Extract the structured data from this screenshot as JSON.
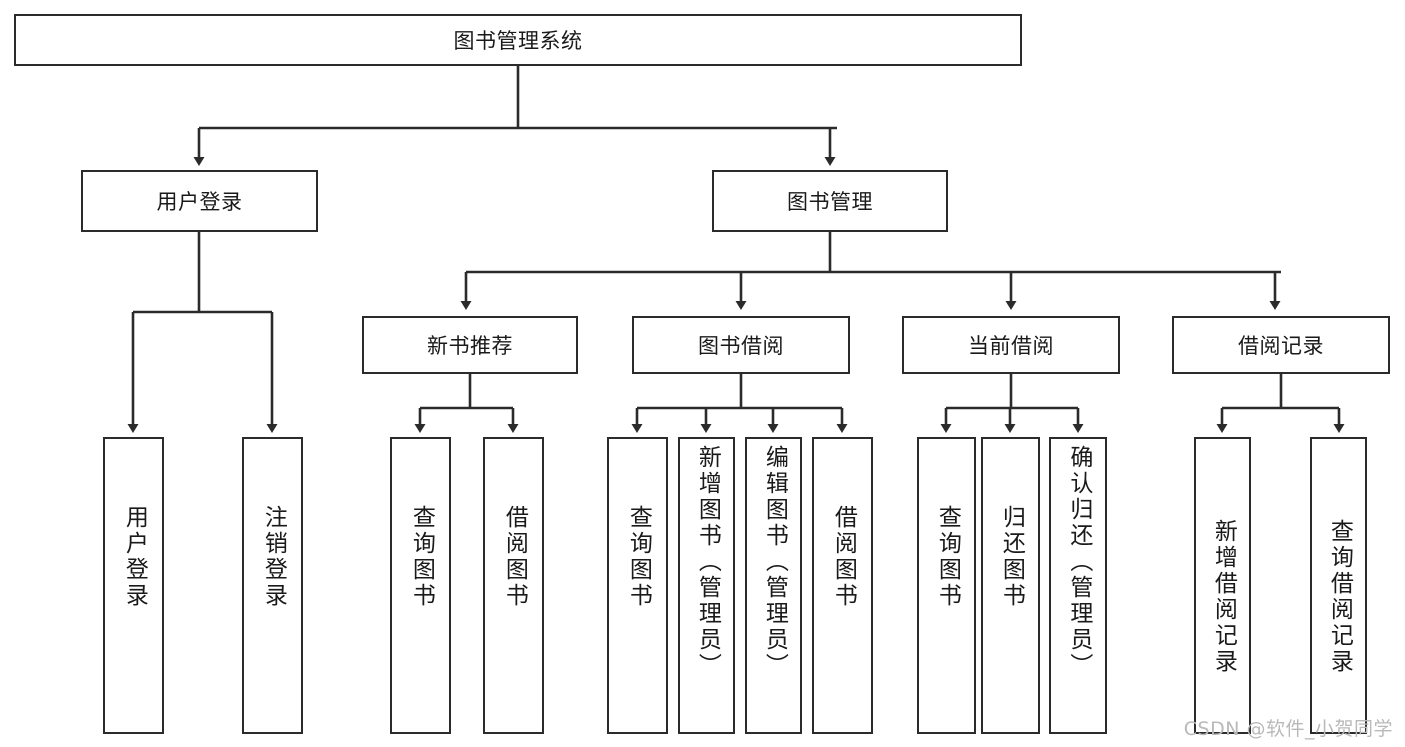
{
  "diagram": {
    "title": "图书管理系统",
    "type": "hierarchy-tree",
    "watermark": "CSDN @软件_小贺同学",
    "colors": {
      "stroke": "#2b2b2b",
      "fill": "#ffffff",
      "text": "#1a1a1a",
      "watermark": "#b9b9b9"
    },
    "levels": {
      "root": "图书管理系统",
      "level2": [
        "用户登录",
        "图书管理"
      ],
      "level3": [
        "新书推荐",
        "图书借阅",
        "当前借阅",
        "借阅记录"
      ]
    },
    "nodes": {
      "root": {
        "label": "图书管理系统"
      },
      "user_login": {
        "label": "用户登录"
      },
      "book_manage": {
        "label": "图书管理"
      },
      "new_book_rec": {
        "label": "新书推荐"
      },
      "book_borrow": {
        "label": "图书借阅"
      },
      "current_borrow": {
        "label": "当前借阅"
      },
      "borrow_record": {
        "label": "借阅记录"
      },
      "leaf_user_login": {
        "label": "用户登录"
      },
      "leaf_logout": {
        "label": "注销登录"
      },
      "leaf_query_book_1": {
        "label": "查询图书"
      },
      "leaf_borrow_book_1": {
        "label": "借阅图书"
      },
      "leaf_query_book_2": {
        "label": "查询图书"
      },
      "leaf_add_book": {
        "label": "新增图书（管理员）"
      },
      "leaf_edit_book": {
        "label": "编辑图书（管理员）"
      },
      "leaf_borrow_book_2": {
        "label": "借阅图书"
      },
      "leaf_query_book_3": {
        "label": "查询图书"
      },
      "leaf_return_book": {
        "label": "归还图书"
      },
      "leaf_confirm_return": {
        "label": "确认归还（管理员）"
      },
      "leaf_add_record": {
        "label": "新增借阅记录"
      },
      "leaf_query_record": {
        "label": "查询借阅记录"
      }
    },
    "edges": [
      {
        "from": "root",
        "to": "user_login"
      },
      {
        "from": "root",
        "to": "book_manage"
      },
      {
        "from": "user_login",
        "to": "leaf_user_login"
      },
      {
        "from": "user_login",
        "to": "leaf_logout"
      },
      {
        "from": "book_manage",
        "to": "new_book_rec"
      },
      {
        "from": "book_manage",
        "to": "book_borrow"
      },
      {
        "from": "book_manage",
        "to": "current_borrow"
      },
      {
        "from": "book_manage",
        "to": "borrow_record"
      },
      {
        "from": "new_book_rec",
        "to": "leaf_query_book_1"
      },
      {
        "from": "new_book_rec",
        "to": "leaf_borrow_book_1"
      },
      {
        "from": "book_borrow",
        "to": "leaf_query_book_2"
      },
      {
        "from": "book_borrow",
        "to": "leaf_add_book"
      },
      {
        "from": "book_borrow",
        "to": "leaf_edit_book"
      },
      {
        "from": "book_borrow",
        "to": "leaf_borrow_book_2"
      },
      {
        "from": "current_borrow",
        "to": "leaf_query_book_3"
      },
      {
        "from": "current_borrow",
        "to": "leaf_return_book"
      },
      {
        "from": "current_borrow",
        "to": "leaf_confirm_return"
      },
      {
        "from": "borrow_record",
        "to": "leaf_add_record"
      },
      {
        "from": "borrow_record",
        "to": "leaf_query_record"
      }
    ]
  }
}
